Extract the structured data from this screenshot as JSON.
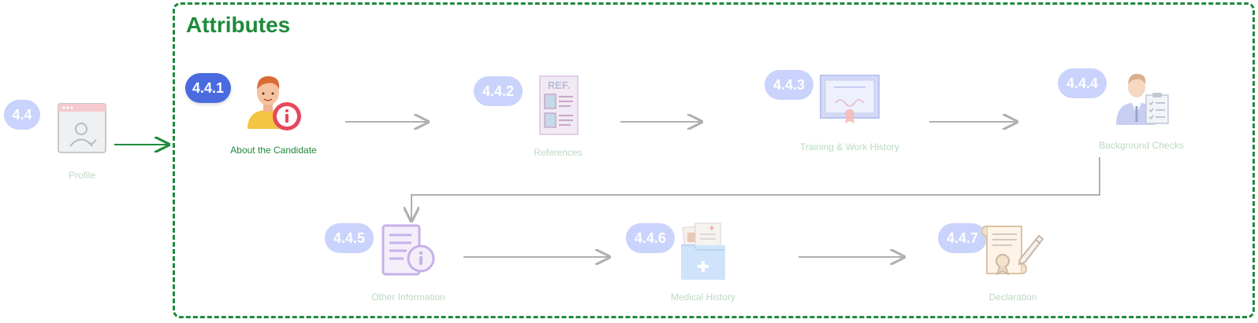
{
  "section": {
    "title": "Attributes"
  },
  "root": {
    "badge": "4.4",
    "label": "Profile"
  },
  "steps": [
    {
      "badge": "4.4.1",
      "label": "About the Candidate",
      "active": true,
      "icon": "candidate-info-icon"
    },
    {
      "badge": "4.4.2",
      "label": "References",
      "active": false,
      "icon": "reference-document-icon"
    },
    {
      "badge": "4.4.3",
      "label": "Training & Work History",
      "active": false,
      "icon": "certificate-icon"
    },
    {
      "badge": "4.4.4",
      "label": "Background Checks",
      "active": false,
      "icon": "background-check-icon"
    },
    {
      "badge": "4.4.5",
      "label": "Other Information",
      "active": false,
      "icon": "document-info-icon"
    },
    {
      "badge": "4.4.6",
      "label": "Medical History",
      "active": false,
      "icon": "medical-folder-icon"
    },
    {
      "badge": "4.4.7",
      "label": "Declaration",
      "active": false,
      "icon": "declaration-scroll-icon"
    }
  ],
  "colors": {
    "accent": "#1e8a3c",
    "active_badge": "#4a6be0",
    "inactive_badge": "#c9d3fb",
    "connector": "#b0b0b0"
  }
}
